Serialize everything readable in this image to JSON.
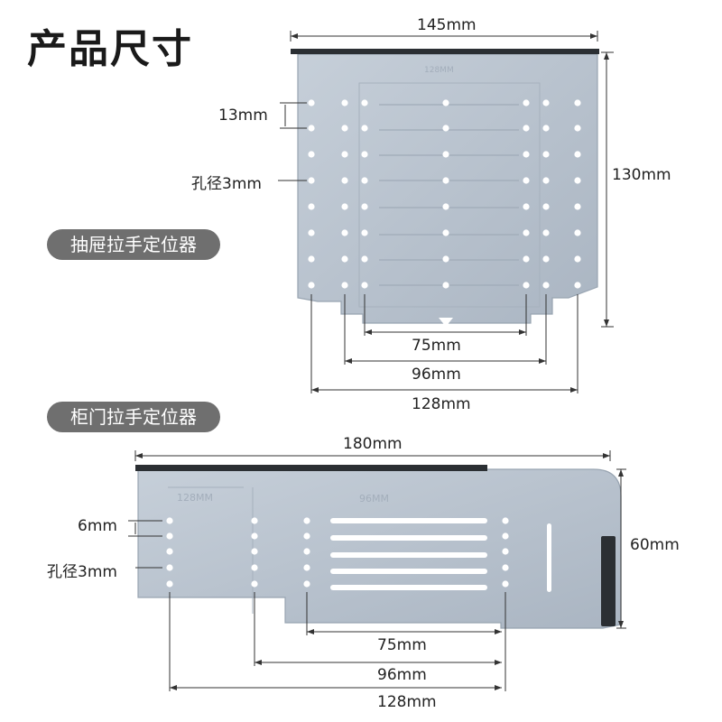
{
  "page_title": "产品尺寸",
  "drawer_section": {
    "label": "抽屉拉手定位器",
    "width": "145mm",
    "height": "130mm",
    "hole_spacing": "13mm",
    "hole_diameter": "孔径3mm",
    "span_small": "75mm",
    "span_medium": "96mm",
    "span_large": "128mm",
    "embossed_text": "128MM"
  },
  "cabinet_section": {
    "label": "柜门拉手定位器",
    "width": "180mm",
    "height": "60mm",
    "hole_spacing": "6mm",
    "hole_diameter": "孔径3mm",
    "span_small": "75mm",
    "span_medium": "96mm",
    "span_large": "128mm",
    "embossed_text_left": "128MM",
    "embossed_text_mid": "96MM"
  },
  "colors": {
    "plate": "#b9c3ce",
    "plate_edge": "#9aa6b3",
    "rail": "#2b2f33",
    "pill": "#6f6f6f"
  }
}
